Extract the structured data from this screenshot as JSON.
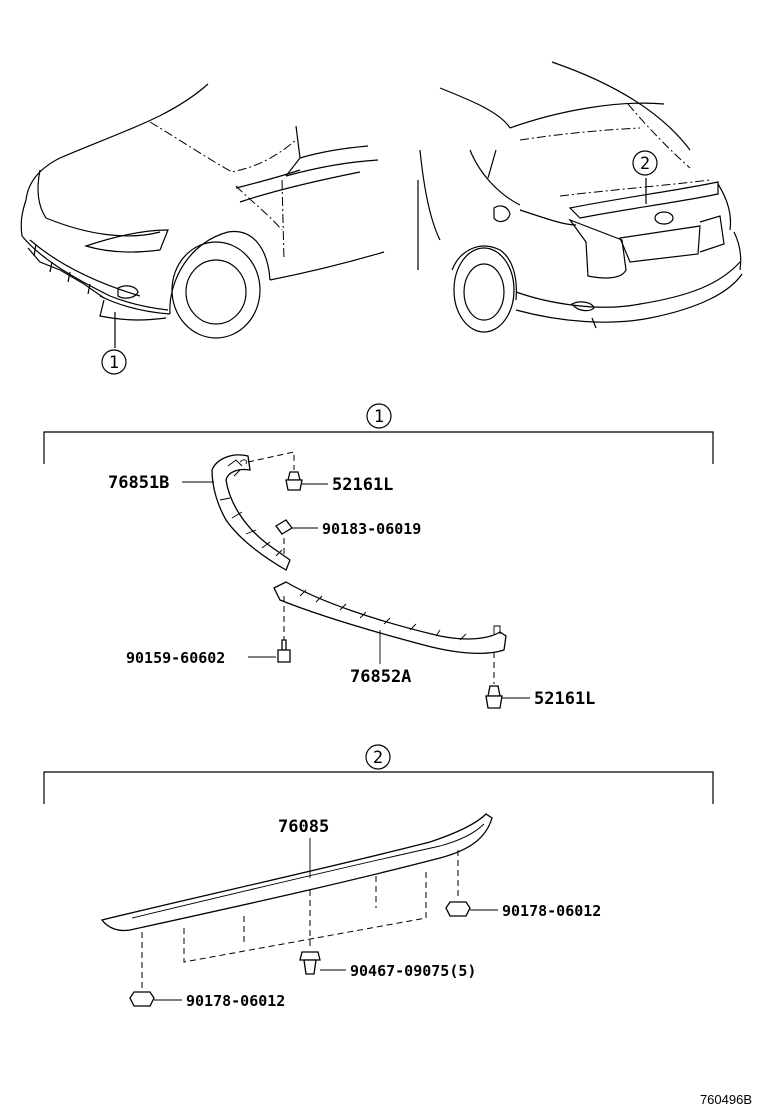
{
  "callouts": {
    "c1": "1",
    "c2": "2"
  },
  "sections": {
    "s1": "1",
    "s2": "2"
  },
  "parts": {
    "p76851B": "76851B",
    "p52161L_a": "52161L",
    "p90183": "90183-06019",
    "p90159": "90159-60602",
    "p76852A": "76852A",
    "p52161L_b": "52161L",
    "p76085": "76085",
    "p90178_a": "90178-06012",
    "p90467": "90467-09075(5)",
    "p90178_b": "90178-06012"
  },
  "figure_code": "760496B"
}
